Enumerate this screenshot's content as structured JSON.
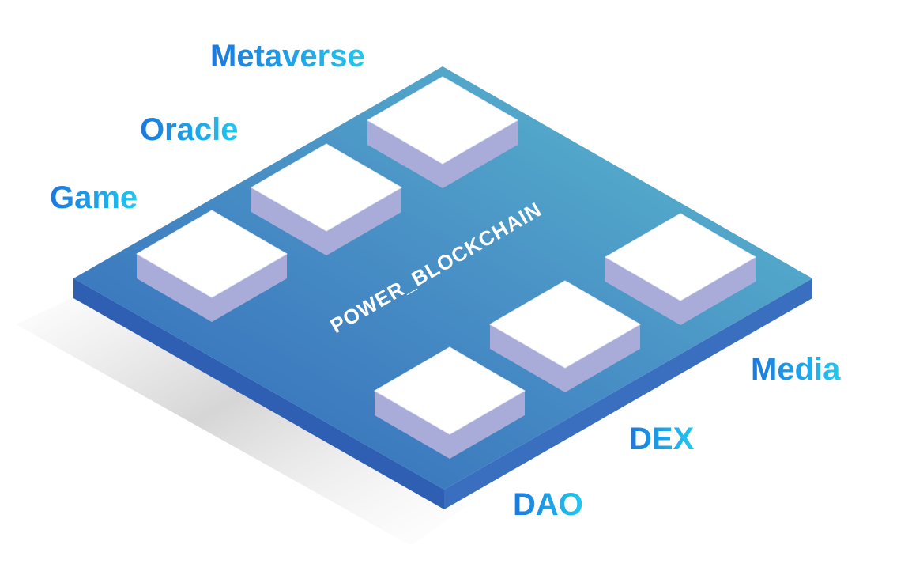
{
  "diagram": {
    "board_label": "POWER_BLOCKCHAIN",
    "labels": [
      {
        "id": "metaverse",
        "text": "Metaverse"
      },
      {
        "id": "oracle",
        "text": "Oracle"
      },
      {
        "id": "game",
        "text": "Game"
      },
      {
        "id": "media",
        "text": "Media"
      },
      {
        "id": "dex",
        "text": "DEX"
      },
      {
        "id": "dao",
        "text": "DAO"
      }
    ]
  },
  "colors": {
    "label_start": "#1a78e0",
    "label_end": "#22c8ee",
    "board_dark": "#3166b9",
    "board_light": "#5bb8cf",
    "board_side": "#2f5fb3",
    "block_top": "#ffffff",
    "block_side": "#a9acd9",
    "board_text": "#ffffff"
  }
}
